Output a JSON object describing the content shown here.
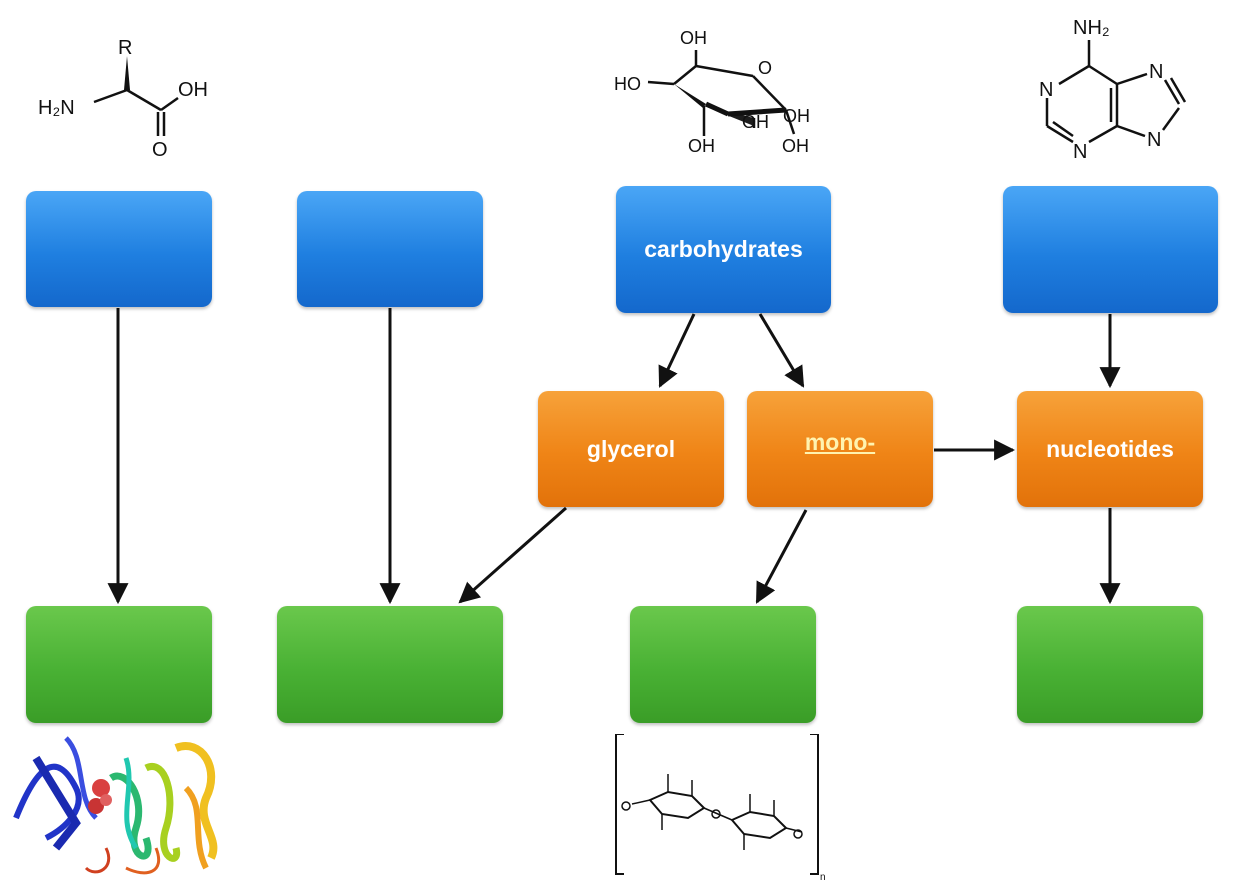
{
  "boxes": {
    "b1": "",
    "b2": "",
    "b3": "carbohydrates",
    "b4": "",
    "o1": "glycerol",
    "o2": "mono-",
    "o3": "nucleotides",
    "g1": "",
    "g2": "",
    "g3": "",
    "g4": ""
  },
  "amino_acid": {
    "r": "R",
    "nh2": "H₂N",
    "oh": "OH",
    "o": "O"
  },
  "glucose": {
    "oh1": "OH",
    "ho": "HO",
    "o": "O",
    "oh2": "OH",
    "oh3": "OH",
    "oh4": "OH",
    "oh5": "OH"
  },
  "adenine": {
    "nh2": "NH₂",
    "n1": "N",
    "n3": "N",
    "n7": "N",
    "n9": "N"
  },
  "polysaccharide": {
    "n": "n"
  },
  "colors": {
    "blue": "#1f7fe0",
    "orange": "#ef8416",
    "green": "#49b134",
    "arrow": "#111111"
  }
}
